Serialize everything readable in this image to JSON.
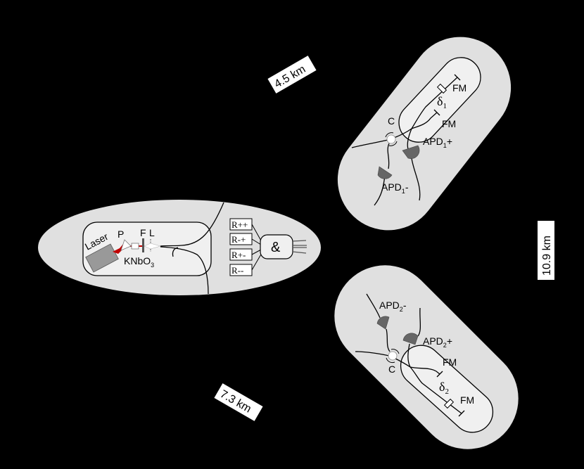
{
  "diagram": {
    "background": "#000000",
    "colors": {
      "enclosure_fill": "#e0e0e0",
      "inner_box_fill": "#f0f0f0",
      "laser_body": "#999999",
      "beam": "#c00000",
      "detector": "#666666",
      "filter": "#555555"
    },
    "distances": {
      "source_to_analyzer1": "4.5 km",
      "source_to_analyzer2": "7.3 km",
      "analyzer1_to_analyzer2": "10.9 km"
    },
    "source": {
      "laser_label": "Laser",
      "prism_label": "P",
      "filter_label": "F",
      "lens_label": "L",
      "crystal_label": "KNbO",
      "crystal_subscript": "3",
      "registers": [
        {
          "label": "R++"
        },
        {
          "label": "R-+"
        },
        {
          "label": "R+-"
        },
        {
          "label": "R--"
        }
      ],
      "coincidence_label": "&"
    },
    "analyzer1": {
      "circulator_label": "C",
      "interferometer_delay_label": "δ",
      "interferometer_delay_subscript": "1",
      "mirror_label_top": "FM",
      "mirror_label_bottom": "FM",
      "detector_plus_label": "APD",
      "detector_plus_subscript": "1",
      "detector_plus_suffix": "+",
      "detector_minus_label": "APD",
      "detector_minus_subscript": "1",
      "detector_minus_suffix": "-"
    },
    "analyzer2": {
      "circulator_label": "C",
      "interferometer_delay_label": "δ",
      "interferometer_delay_subscript": "2",
      "mirror_label_top": "FM",
      "mirror_label_bottom": "FM",
      "detector_plus_label": "APD",
      "detector_plus_subscript": "2",
      "detector_plus_suffix": "+",
      "detector_minus_label": "APD",
      "detector_minus_subscript": "2",
      "detector_minus_suffix": "-"
    }
  }
}
